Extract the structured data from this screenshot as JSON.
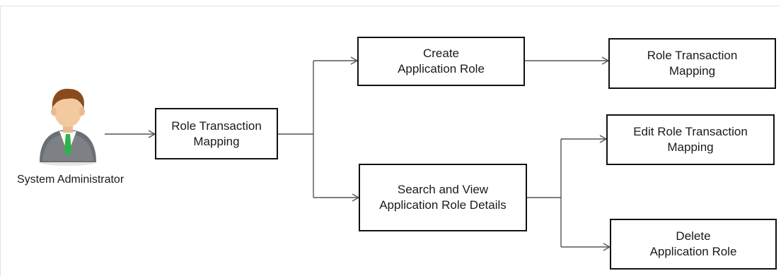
{
  "actor": {
    "label": "System Administrator",
    "icon": "user-person-icon"
  },
  "nodes": {
    "root": "Role Transaction\nMapping",
    "create": "Create\nApplication Role",
    "search": "Search and View\nApplication Role Details",
    "map_after_create": "Role Transaction\nMapping",
    "edit": "Edit Role Transaction\nMapping",
    "delete": "Delete\nApplication Role"
  },
  "colors": {
    "border": "#111111",
    "line": "#555555",
    "shirt": "#ffffff",
    "tie": "#2db34a",
    "suit": "#6b6f73",
    "hair": "#8a4b1c",
    "skin": "#f3c9a0"
  }
}
